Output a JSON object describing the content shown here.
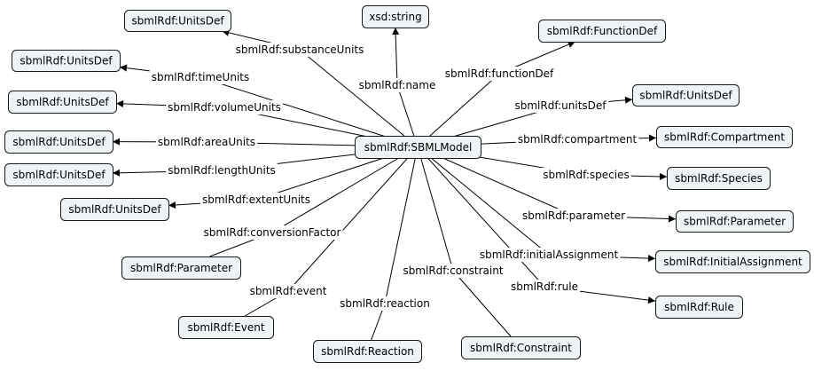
{
  "center": "sbmlRdf:SBMLModel",
  "edges": [
    {
      "id": "substanceUnits",
      "label": "sbmlRdf:substanceUnits",
      "target": "sbmlRdf:UnitsDef"
    },
    {
      "id": "name",
      "label": "sbmlRdf:name",
      "target": "xsd:string"
    },
    {
      "id": "functionDef",
      "label": "sbmlRdf:functionDef",
      "target": "sbmlRdf:FunctionDef"
    },
    {
      "id": "timeUnits",
      "label": "sbmlRdf:timeUnits",
      "target": "sbmlRdf:UnitsDef"
    },
    {
      "id": "unitsDef",
      "label": "sbmlRdf:unitsDef",
      "target": "sbmlRdf:UnitsDef"
    },
    {
      "id": "volumeUnits",
      "label": "sbmlRdf:volumeUnits",
      "target": "sbmlRdf:UnitsDef"
    },
    {
      "id": "areaUnits",
      "label": "sbmlRdf:areaUnits",
      "target": "sbmlRdf:UnitsDef"
    },
    {
      "id": "compartment",
      "label": "sbmlRdf:compartment",
      "target": "sbmlRdf:Compartment"
    },
    {
      "id": "lengthUnits",
      "label": "sbmlRdf:lengthUnits",
      "target": "sbmlRdf:UnitsDef"
    },
    {
      "id": "species",
      "label": "sbmlRdf:species",
      "target": "sbmlRdf:Species"
    },
    {
      "id": "extentUnits",
      "label": "sbmlRdf:extentUnits",
      "target": "sbmlRdf:UnitsDef"
    },
    {
      "id": "parameter",
      "label": "sbmlRdf:parameter",
      "target": "sbmlRdf:Parameter"
    },
    {
      "id": "conversionFactor",
      "label": "sbmlRdf:conversionFactor",
      "target": "sbmlRdf:Parameter"
    },
    {
      "id": "initialAssignment",
      "label": "sbmlRdf:initialAssignment",
      "target": "sbmlRdf:InitialAssignment"
    },
    {
      "id": "constraint",
      "label": "sbmlRdf:constraint",
      "target": "sbmlRdf:Constraint"
    },
    {
      "id": "rule",
      "label": "sbmlRdf:rule",
      "target": "sbmlRdf:Rule"
    },
    {
      "id": "event",
      "label": "sbmlRdf:event",
      "target": "sbmlRdf:Event"
    },
    {
      "id": "reaction",
      "label": "sbmlRdf:reaction",
      "target": "sbmlRdf:Reaction"
    }
  ]
}
